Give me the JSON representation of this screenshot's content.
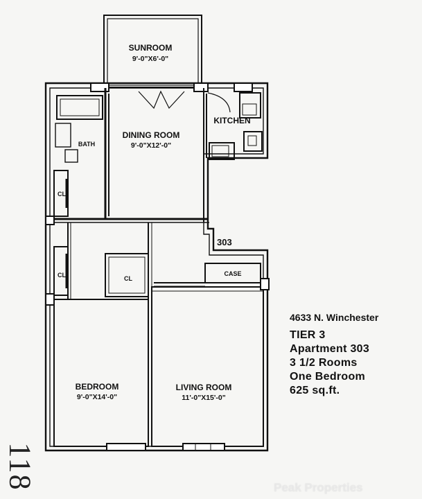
{
  "rooms": {
    "sunroom": {
      "name": "SUNROOM",
      "dims": "9'-0\"X6'-0\""
    },
    "dining": {
      "name": "DINING ROOM",
      "dims": "9'-0\"X12'-0\""
    },
    "kitchen": {
      "name": "KITCHEN"
    },
    "bath": {
      "name": "BATH"
    },
    "closet1": {
      "name": "CL"
    },
    "closet2": {
      "name": "CL"
    },
    "closet3": {
      "name": "CL"
    },
    "case": {
      "name": "CASE"
    },
    "bedroom": {
      "name": "BEDROOM",
      "dims": "9'-0\"X14'-0\""
    },
    "living": {
      "name": "LIVING ROOM",
      "dims": "11'-0\"X15'-0\""
    }
  },
  "unit_number": "303",
  "info": {
    "address": "4633  N. Winchester",
    "tier": "TIER  3",
    "apartment": "Apartment  303",
    "rooms": "3  1/2  Rooms",
    "bedrooms": "One  Bedroom",
    "area": "625  sq.ft."
  },
  "page_number": "118",
  "watermark": "Peak Properties",
  "colors": {
    "ink": "#111111",
    "paper": "#f6f6f4"
  }
}
